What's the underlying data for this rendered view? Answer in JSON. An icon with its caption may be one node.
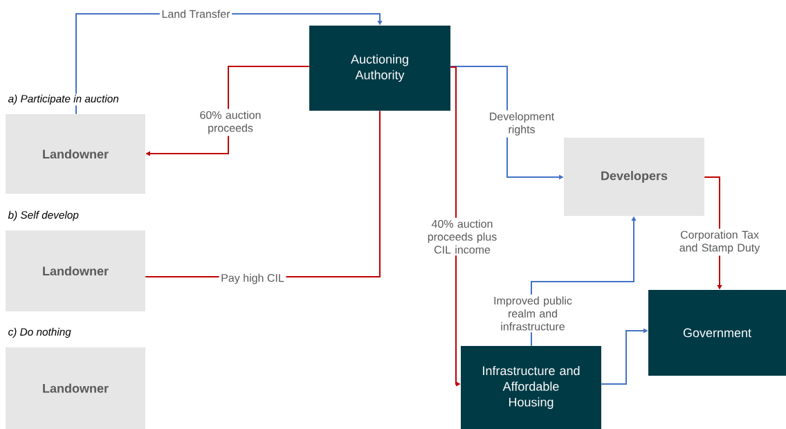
{
  "diagram": {
    "nodes": [
      {
        "text": [
          "a) Participate in auction",
          "Landowner"
        ]
      },
      {
        "text": [
          "Auctioning Authority"
        ]
      },
      {
        "text": [
          "Developers"
        ]
      },
      {
        "text": [
          "b) Self develop",
          "Landowner"
        ]
      },
      {
        "text": [
          "Government"
        ]
      },
      {
        "text": [
          "c) Do nothing",
          "Landowner"
        ]
      },
      {
        "text": [
          "Infrastructure and Affordable Housing"
        ]
      }
    ],
    "edges": [
      {
        "from": 0,
        "to": 1,
        "arrow": "to",
        "label": "Land Transfer",
        "color": "#4472c4"
      },
      {
        "from": 1,
        "to": 0,
        "arrow": "to",
        "label": "60% auction proceeds",
        "color": "#c00000"
      },
      {
        "from": 1,
        "to": 2,
        "arrow": "to",
        "label": "Development rights",
        "color": "#4472c4"
      },
      {
        "from": 1,
        "to": 6,
        "arrow": "to",
        "label": "40% auction proceeds plus CIL income",
        "color": "#c00000"
      },
      {
        "from": 3,
        "to": 1,
        "arrow": "none",
        "label": "Pay high CIL",
        "color": "#c00000"
      },
      {
        "from": 2,
        "to": 4,
        "arrow": "to",
        "label": "Corporation Tax and Stamp Duty",
        "color": "#c00000"
      },
      {
        "from": 6,
        "to": 2,
        "arrow": "to",
        "label": "Improved public realm and infrastructure",
        "color": "#4472c4"
      },
      {
        "from": 6,
        "to": 4,
        "arrow": "to",
        "color": "#4472c4"
      }
    ]
  }
}
